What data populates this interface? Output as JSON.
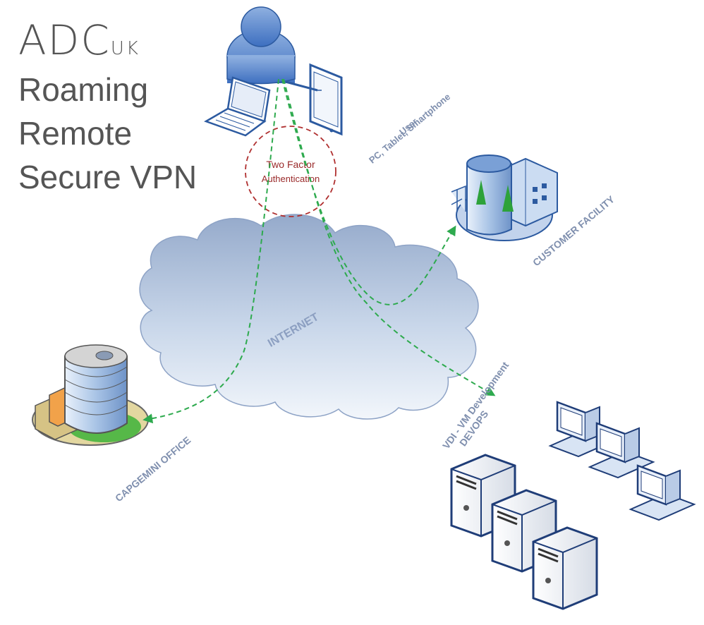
{
  "logo": {
    "main": "ADC",
    "sub": "UK"
  },
  "title_lines": [
    "Roaming",
    "Remote",
    "Secure VPN"
  ],
  "labels": {
    "two_factor_1": "Two Factor",
    "two_factor_2": "Authentication",
    "user_1": "User",
    "user_2": "PC, Tablet, Smartphone",
    "customer_facility": "CUSTOMER FACILITY",
    "internet": "INTERNET",
    "vdi_1": "VDI - VM Development",
    "vdi_2": "DEVOPS",
    "capgemini_office": "CAPGEMINI OFFICE"
  },
  "colors": {
    "arrow": "#2eaa4e",
    "auth_circle": "#b03030",
    "label": "#7f8fae",
    "title": "#555555",
    "cloud_top": "#9fb3d1",
    "cloud_bottom": "#e9f0f8"
  }
}
